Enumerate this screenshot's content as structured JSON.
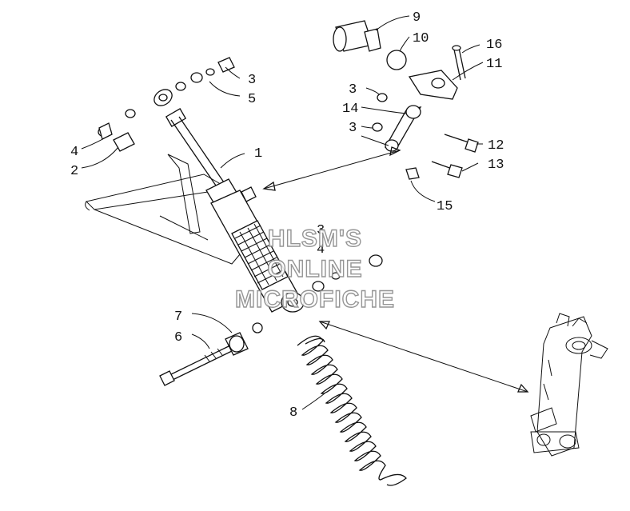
{
  "callouts": {
    "c1": "1",
    "c2": "2",
    "c3a": "3",
    "c4a": "4",
    "c5": "5",
    "c3b": "3",
    "c4b": "4",
    "c6": "6",
    "c7": "7",
    "c8": "8",
    "c9": "9",
    "c10": "10",
    "c16": "16",
    "c11": "11",
    "c3c": "3",
    "c14": "14",
    "c3d": "3",
    "c12": "12",
    "c13": "13",
    "c15": "15"
  },
  "watermark": {
    "line1": "HLSM'S",
    "line2": "ONLINE",
    "line3": "MICROFICHE"
  }
}
